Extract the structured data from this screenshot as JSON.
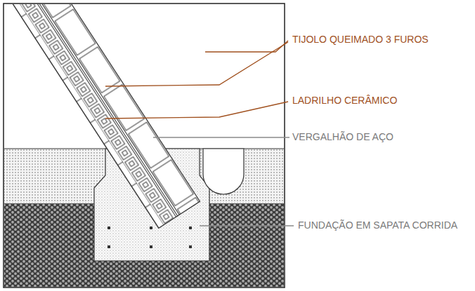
{
  "diagram": {
    "labels": [
      "TIJOLO QUEIMADO 3 FUROS",
      "LADRILHO CERÂMICO",
      "VERGALHÃO DE AÇO",
      "FUNDAÇÃO EM SAPATA CORRIDA"
    ]
  }
}
